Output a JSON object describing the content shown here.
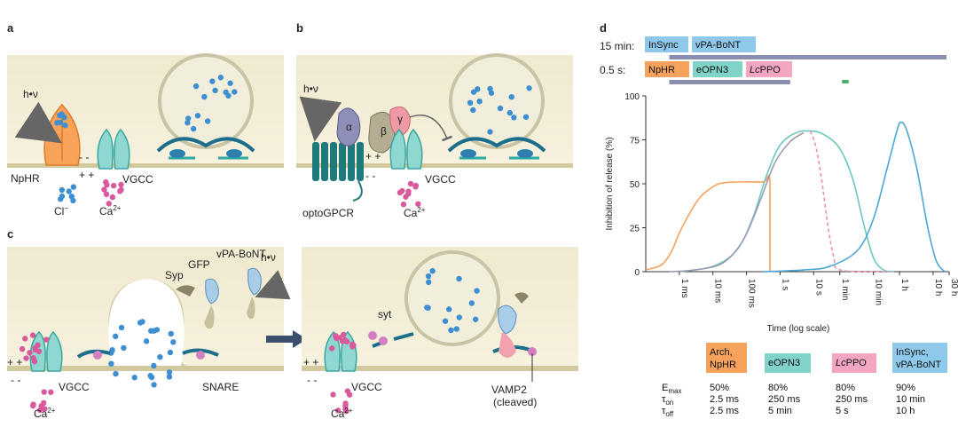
{
  "panels": {
    "a": {
      "letter": "a",
      "light": "h•ν",
      "npHR": "NpHR",
      "vgcc": "VGCC",
      "cl": "Cl",
      "cl_sup": "−",
      "ca": "Ca",
      "ca_sup": "2+",
      "plus": "+ +",
      "minus": "- -"
    },
    "b": {
      "letter": "b",
      "light": "h•ν",
      "alpha": "α",
      "beta": "β",
      "gamma": "γ",
      "optogpcr": "optoGPCR",
      "vgcc": "VGCC",
      "ca": "Ca",
      "ca_sup": "2+",
      "plus": "+ +",
      "minus": "- -"
    },
    "c": {
      "letter": "c",
      "syp": "Syp",
      "gfp": "GFP",
      "vpa": "vPA-BoNT",
      "light": "h•ν",
      "plus": "+ +",
      "minus": "- -",
      "vgcc": "VGCC",
      "ca": "Ca",
      "ca_sup": "2+",
      "snare": "SNARE",
      "syt": "syt",
      "plus2": "+ +",
      "minus2": "- -",
      "vgcc2": "VGCC",
      "ca2": "Ca",
      "ca2_sup": "2+",
      "vamp": "VAMP2",
      "cleaved": "(cleaved)"
    },
    "d": {
      "letter": "d",
      "row15": "15 min:",
      "row05": "0.5 s:",
      "tags15": [
        {
          "label": "InSync",
          "color": "#8ec8ea"
        },
        {
          "label": "vPA-BoNT",
          "color": "#8ec8ea"
        }
      ],
      "tags05": [
        {
          "label": "NpHR",
          "color": "#f5a25d"
        },
        {
          "label": "eOPN3",
          "color": "#7fd3c9"
        },
        {
          "label": "LcPPO",
          "color": "#f2a6c2",
          "italic_part": "Lc",
          "rest": "PPO"
        }
      ]
    }
  },
  "chart_data": {
    "type": "line",
    "ylabel": "Inhibition of release (%)",
    "xlabel": "Time (log scale)",
    "ylim": [
      0,
      100
    ],
    "yticks": [
      0,
      25,
      50,
      75,
      100
    ],
    "x_scale": "log",
    "xticks": [
      "1 ms",
      "10 ms",
      "100 ms",
      "1 s",
      "10 s",
      "1 min",
      "10 min",
      "1 h",
      "10 h",
      "30 h"
    ],
    "xticks_seconds": [
      0.001,
      0.01,
      0.1,
      1,
      10,
      60,
      600,
      3600,
      36000,
      108000
    ],
    "xlim_seconds": [
      0.0001,
      108000
    ],
    "series": [
      {
        "key": "arch",
        "color": "#f5a25d",
        "points": [
          [
            0.0001,
            1
          ],
          [
            0.0003,
            4
          ],
          [
            0.0006,
            12
          ],
          [
            0.001,
            22
          ],
          [
            0.002,
            33
          ],
          [
            0.004,
            42
          ],
          [
            0.008,
            47
          ],
          [
            0.015,
            50
          ],
          [
            0.04,
            51
          ],
          [
            0.3,
            51
          ],
          [
            0.5,
            51
          ],
          [
            0.5,
            0
          ]
        ]
      },
      {
        "key": "eopn3",
        "color": "#6cc7c0",
        "points": [
          [
            0.001,
            0
          ],
          [
            0.01,
            3
          ],
          [
            0.05,
            12
          ],
          [
            0.15,
            30
          ],
          [
            0.4,
            55
          ],
          [
            1,
            72
          ],
          [
            3,
            79
          ],
          [
            8,
            80
          ],
          [
            20,
            78
          ],
          [
            60,
            70
          ],
          [
            150,
            52
          ],
          [
            300,
            28
          ],
          [
            600,
            8
          ],
          [
            1200,
            1
          ],
          [
            2500,
            0
          ]
        ]
      },
      {
        "key": "lcppo",
        "color": "#e88fb2",
        "dashed": true,
        "points": [
          [
            8,
            80
          ],
          [
            12,
            70
          ],
          [
            18,
            50
          ],
          [
            27,
            25
          ],
          [
            40,
            8
          ],
          [
            60,
            1
          ],
          [
            1000,
            0
          ],
          [
            2000,
            0
          ]
        ]
      },
      {
        "key": "insync",
        "color": "#4aa7d6",
        "points": [
          [
            0.3,
            0
          ],
          [
            5,
            1
          ],
          [
            30,
            3
          ],
          [
            200,
            12
          ],
          [
            600,
            30
          ],
          [
            1500,
            58
          ],
          [
            3000,
            80
          ],
          [
            4000,
            85
          ],
          [
            6000,
            80
          ],
          [
            12000,
            58
          ],
          [
            25000,
            25
          ],
          [
            45000,
            6
          ],
          [
            80000,
            0
          ]
        ]
      },
      {
        "key": "grey",
        "color": "#9a9ab2",
        "points": [
          [
            0.0005,
            0
          ],
          [
            0.003,
            1
          ],
          [
            0.02,
            5
          ],
          [
            0.08,
            18
          ],
          [
            0.25,
            40
          ],
          [
            0.7,
            62
          ],
          [
            2,
            74
          ],
          [
            5,
            79
          ]
        ]
      }
    ],
    "gantt": [
      {
        "row": "15 min:",
        "start_s": 0.0005,
        "end_s": 90000,
        "color": "#8a8fb0"
      },
      {
        "row": "0.5 s:",
        "start_s": 0.0005,
        "end_s": 2,
        "color": "#8a8fb0"
      },
      {
        "row": "0.5 s:",
        "start_s": 70,
        "end_s": 110,
        "color": "#4dae6a"
      }
    ],
    "table": {
      "headers": [
        {
          "label": "Arch,\nNpHR",
          "color": "#f5a25d"
        },
        {
          "label": "eOPN3",
          "color": "#7fd3c9"
        },
        {
          "label": "LcPPO",
          "color": "#f2a6c2"
        },
        {
          "label": "InSync,\nvPA-BoNT",
          "color": "#8ec8ea"
        }
      ],
      "rows": [
        {
          "name": "E",
          "sub": "max",
          "values": [
            "50%",
            "80%",
            "80%",
            "90%"
          ]
        },
        {
          "name": "τ",
          "sub": "on",
          "values": [
            "2.5 ms",
            "250 ms",
            "250 ms",
            "10 min"
          ]
        },
        {
          "name": "τ",
          "sub": "off",
          "values": [
            "2.5 ms",
            "5 min",
            "5 s",
            "10 h"
          ]
        }
      ]
    }
  }
}
